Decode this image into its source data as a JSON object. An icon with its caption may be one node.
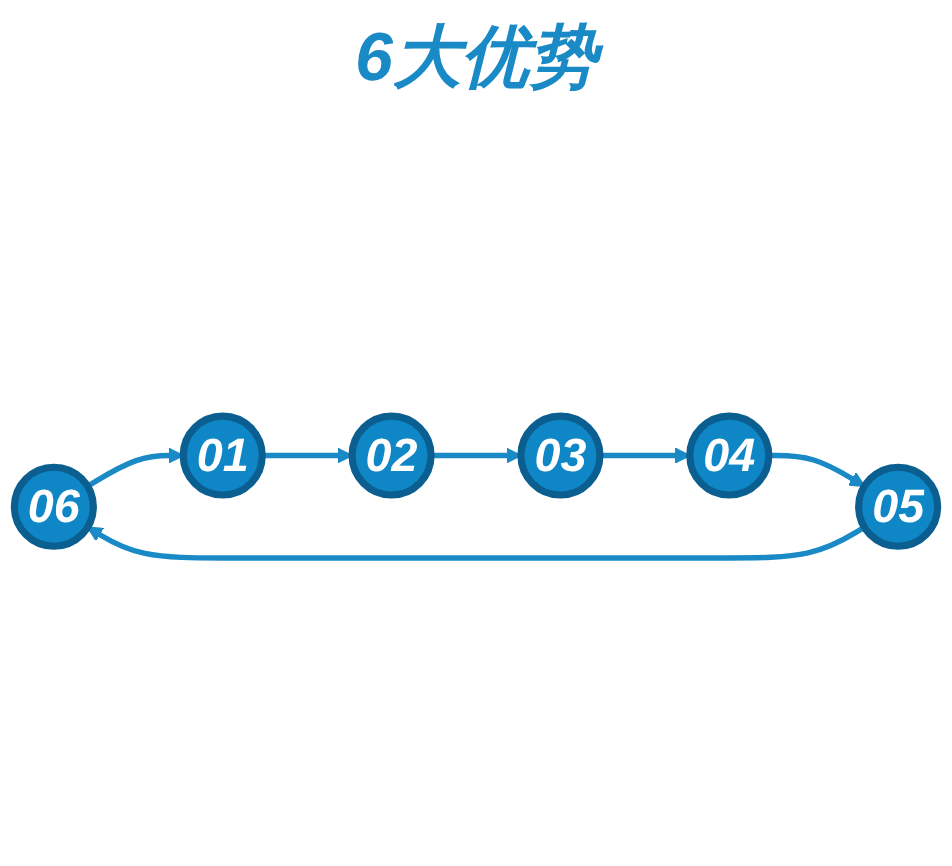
{
  "diagram": {
    "nodes": [
      {
        "text": [
          "06"
        ]
      },
      {
        "text": [
          "01"
        ]
      },
      {
        "text": [
          "05"
        ]
      },
      {
        "text": [
          "02"
        ]
      },
      {
        "text": [
          "04"
        ]
      },
      {
        "text": [
          "03"
        ]
      }
    ],
    "edges": [
      {
        "from": 0,
        "to": 1,
        "arrow": "to"
      },
      {
        "from": 1,
        "to": 3,
        "arrow": "to"
      },
      {
        "from": 3,
        "to": 5,
        "arrow": "to"
      },
      {
        "from": 5,
        "to": 4,
        "arrow": "to"
      },
      {
        "from": 4,
        "to": 2,
        "arrow": "to"
      },
      {
        "from": 2,
        "to": 0,
        "arrow": "to"
      }
    ],
    "labels": [
      "6大优势"
    ]
  }
}
